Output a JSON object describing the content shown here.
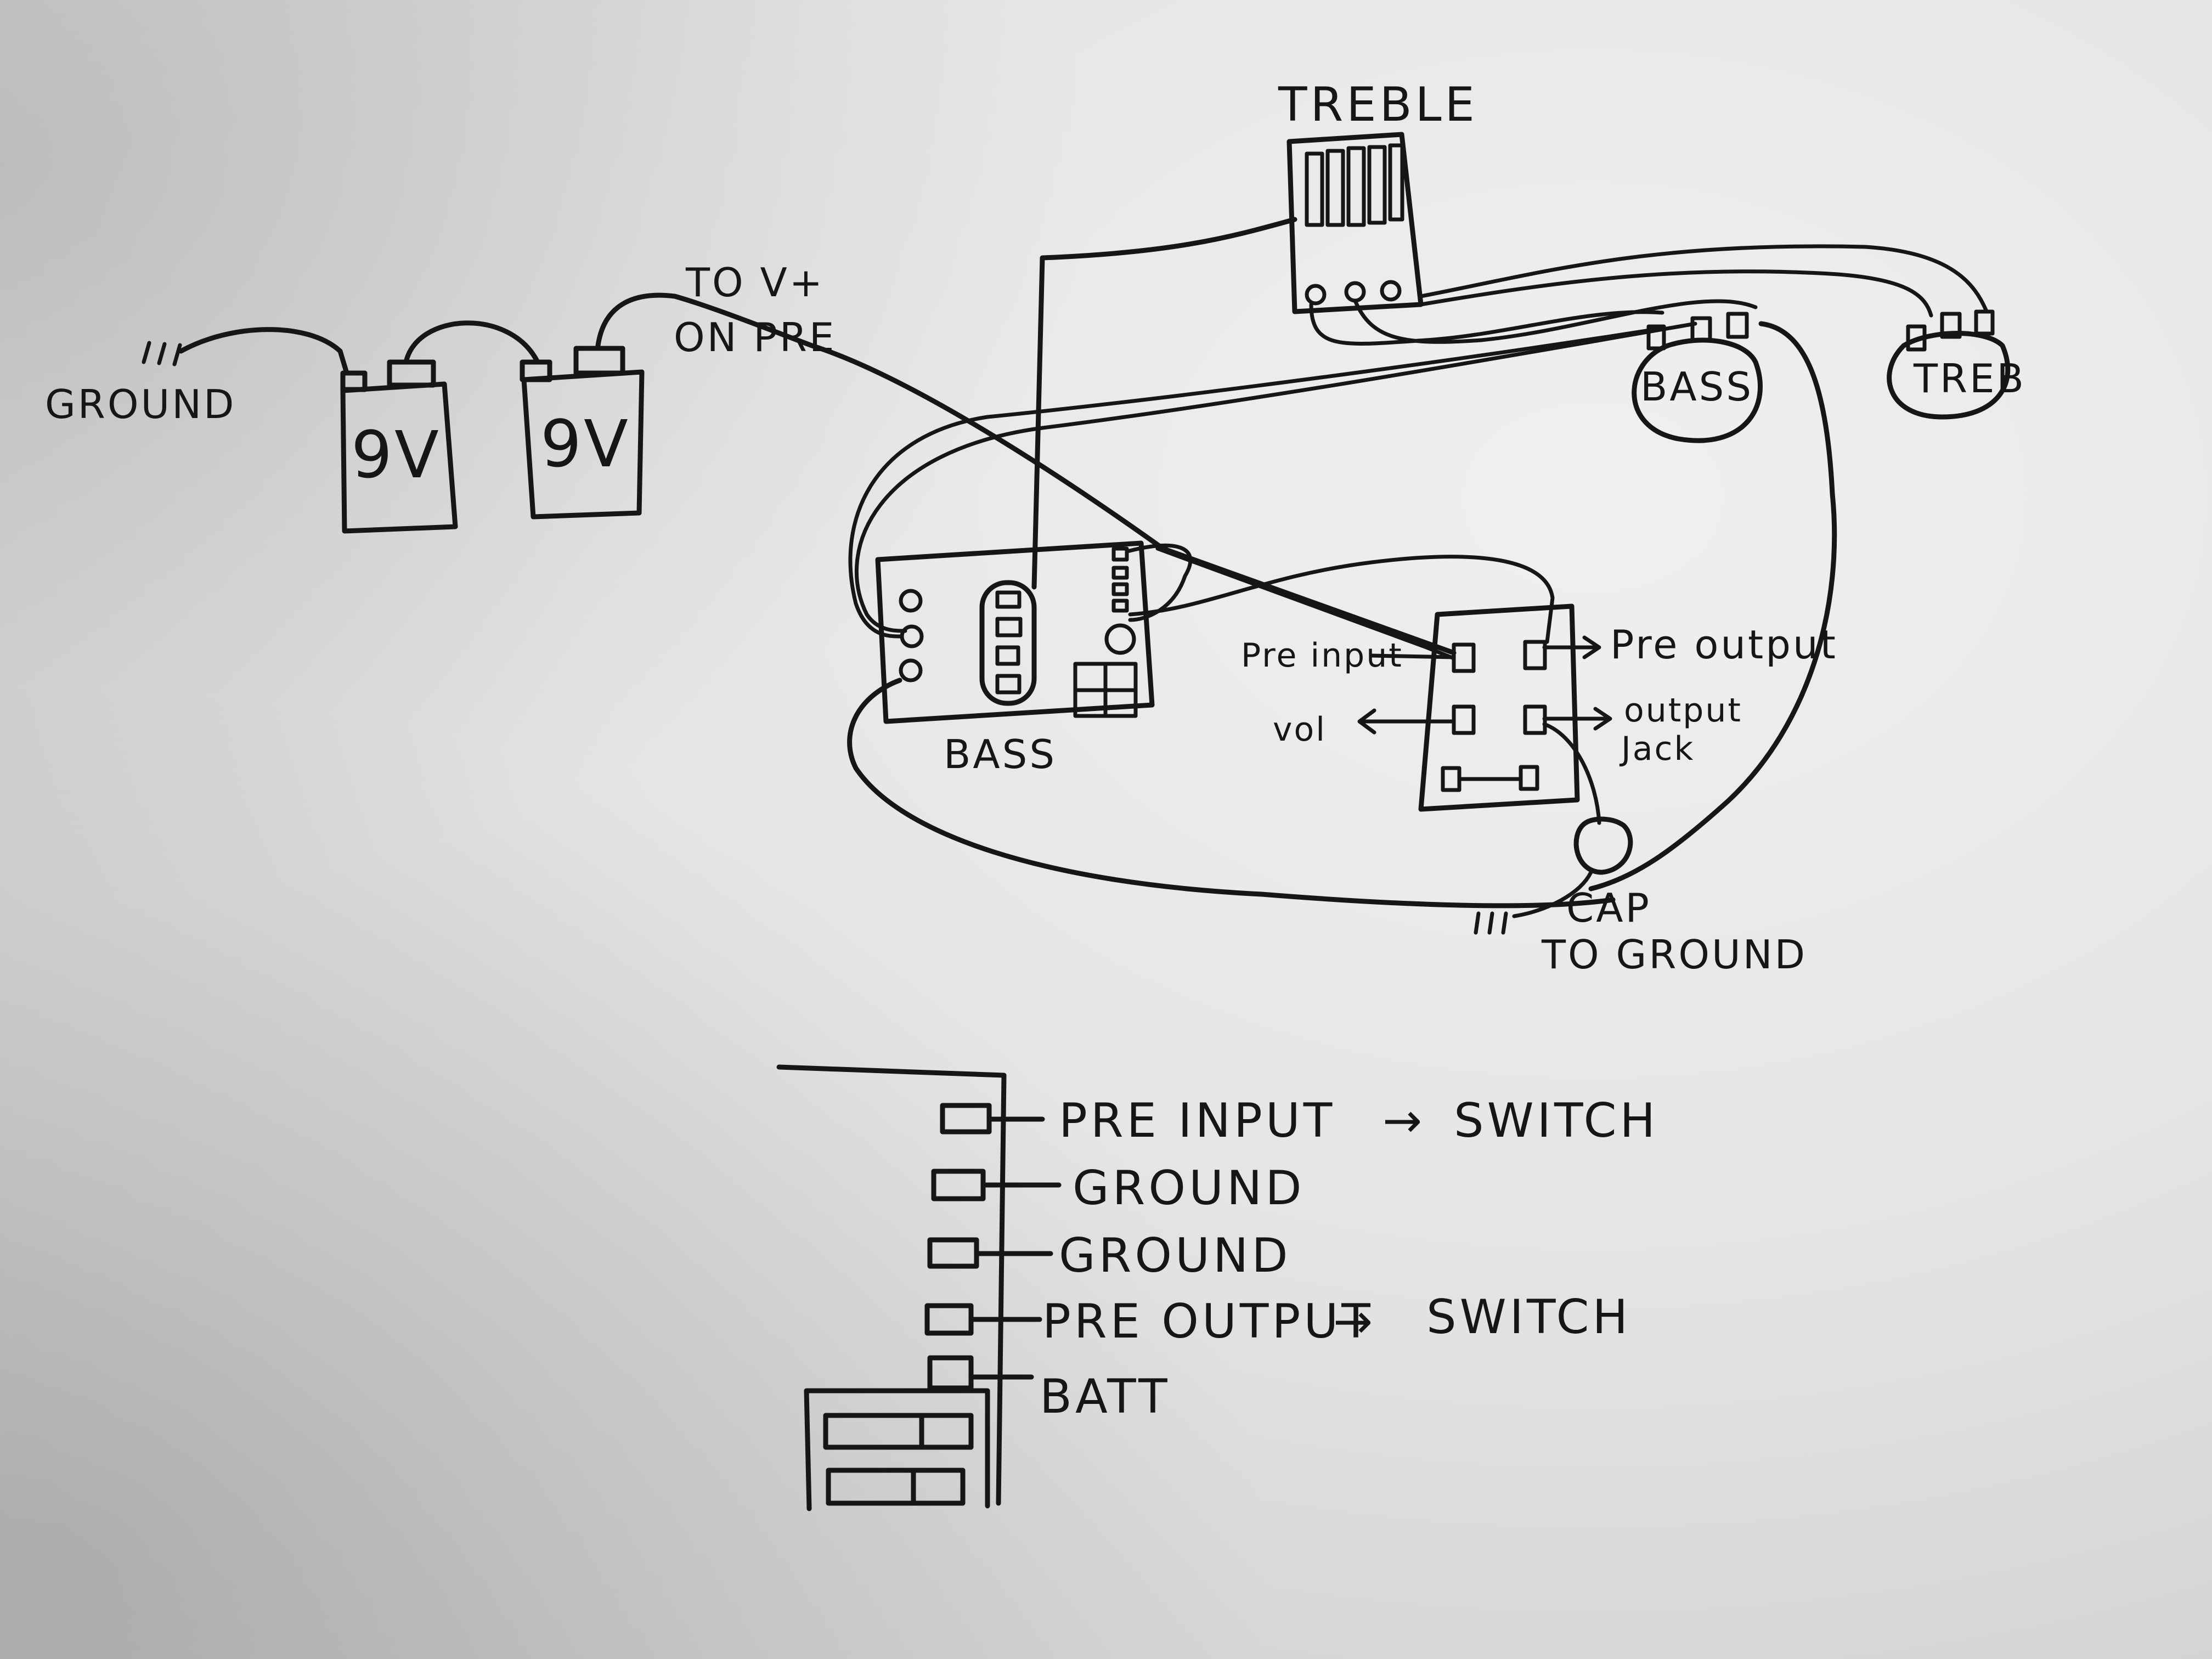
{
  "labels": {
    "ground_top": "GROUND",
    "battery_1": "9V",
    "battery_2": "9V",
    "to_v_line1": "TO V+",
    "to_v_line2": "ON PRE",
    "treble_board": "TREBLE",
    "bass_board": "BASS",
    "bass_pot": "BASS",
    "treb_pot": "TREB",
    "pre_input_switch": "Pre input",
    "vol": "vol",
    "pre_output_switch": "Pre output",
    "output_jack_line1": "output",
    "output_jack_line2": "Jack",
    "cap_line1": "CAP",
    "cap_line2": "TO GROUND"
  },
  "pinout": {
    "pins": [
      {
        "label": "PRE INPUT",
        "arrow": "→",
        "target": "SWITCH"
      },
      {
        "label": "GROUND"
      },
      {
        "label": "GROUND"
      },
      {
        "label": "PRE OUTPUT",
        "arrow": "→",
        "target": "SWITCH"
      },
      {
        "label": "BATT"
      }
    ]
  },
  "colors": {
    "ink": "#161616",
    "paper": "#e8e7e5"
  }
}
